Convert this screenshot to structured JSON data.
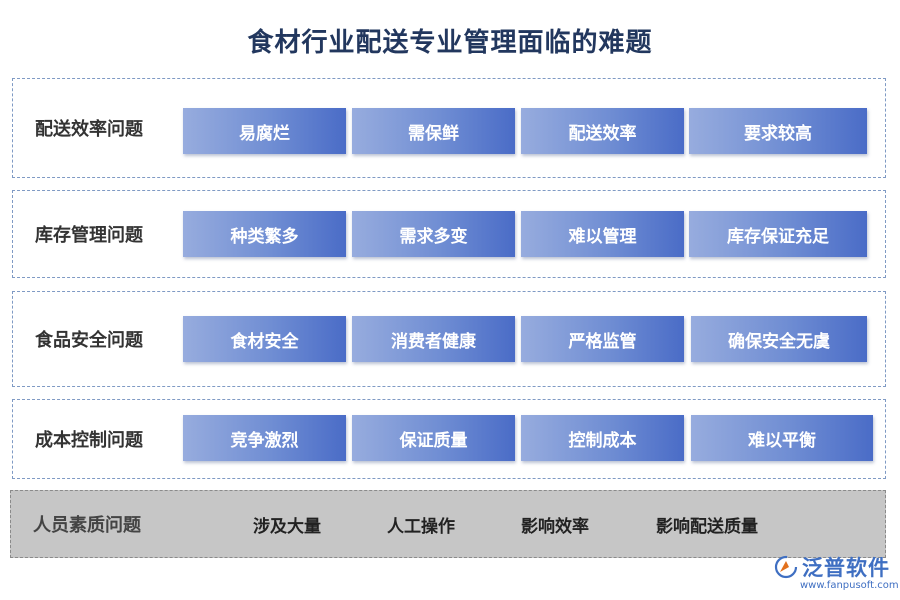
{
  "title": "食材行业配送专业管理面临的难题",
  "rows": [
    {
      "label": "配送效率问题",
      "items": [
        "易腐烂",
        "需保鲜",
        "配送效率",
        "要求较高"
      ]
    },
    {
      "label": "库存管理问题",
      "items": [
        "种类繁多",
        "需求多变",
        "难以管理",
        "库存保证充足"
      ]
    },
    {
      "label": "食品安全问题",
      "items": [
        "食材安全",
        "消费者健康",
        "严格监管",
        "确保安全无虞"
      ]
    },
    {
      "label": "成本控制问题",
      "items": [
        "竞争激烈",
        "保证质量",
        "控制成本",
        "难以平衡"
      ]
    }
  ],
  "gray_row": {
    "label": "人员素质问题",
    "items": [
      "涉及大量",
      "人工操作",
      "影响效率",
      "影响配送质量"
    ]
  },
  "logo": {
    "name": "泛普软件",
    "url": "www.fanpusoft.com",
    "color": "#3f6fc2"
  },
  "colors": {
    "title": "#22375e",
    "cell_start": "#97acde",
    "cell_end": "#4a6cc7",
    "row_border": "#7f9ac4",
    "gray_bg": "#c6c6c6"
  }
}
